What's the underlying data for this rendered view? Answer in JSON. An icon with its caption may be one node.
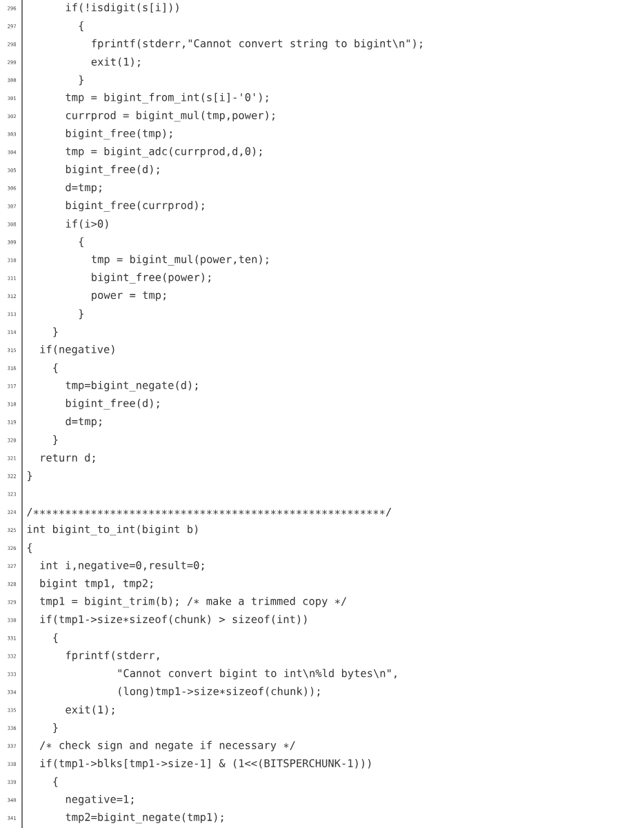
{
  "diagram": {
    "labels": [
      "296",
      "if(!isdigit(s[i]))",
      "297",
      "{",
      "298",
      "fprintf(stderr,\"Cannot convert string to bigint\\n\");",
      "299",
      "exit(1);",
      "300",
      "}",
      "301",
      "tmp = bigint_from_int(s[i]-'0');",
      "302",
      "currprod = bigint_mul(tmp,power);",
      "303",
      "bigint_free(tmp);",
      "304",
      "tmp = bigint_adc(currprod,d,0);",
      "305",
      "bigint_free(d);",
      "306",
      "d=tmp;",
      "307",
      "bigint_free(currprod);",
      "308",
      "if(i>0)",
      "309",
      "{",
      "310",
      "tmp = bigint_mul(power,ten);",
      "311",
      "bigint_free(power);",
      "312",
      "power = tmp;",
      "313",
      "}",
      "314",
      "}",
      "315",
      "if(negative)",
      "316",
      "{",
      "317",
      "tmp=bigint_negate(d);",
      "318",
      "bigint_free(d);",
      "319",
      "d=tmp;",
      "320",
      "}",
      "321",
      "return d;",
      "322",
      "}",
      "323",
      "324",
      "/∗∗∗∗∗∗∗∗∗∗∗∗∗∗∗∗∗∗∗∗∗∗∗∗∗∗∗∗∗∗∗∗∗∗∗∗∗∗∗∗∗∗∗∗∗∗∗∗∗∗∗∗∗∗∗/",
      "325",
      "int bigint_to_int(bigint b)",
      "326",
      "{",
      "327",
      "int i,negative=0,result=0;",
      "328",
      "bigint tmp1, tmp2;",
      "329",
      "tmp1 = bigint_trim(b); /∗ make a trimmed copy ∗/",
      "330",
      "if(tmp1->size∗sizeof(chunk) > sizeof(int))",
      "331",
      "{",
      "332",
      "fprintf(stderr,",
      "333",
      "\"Cannot convert bigint to int\\n%ld bytes\\n\",",
      "334",
      "(long)tmp1->size∗sizeof(chunk));",
      "335",
      "exit(1);",
      "336",
      "}",
      "337",
      "/∗ check sign and negate if necessary ∗/",
      "338",
      "if(tmp1->blks[tmp1->size-1] & (1<<(BITSPERCHUNK-1)))",
      "339",
      "{",
      "340",
      "negative=1;",
      "341",
      "tmp2=bigint_negate(tmp1);"
    ]
  }
}
